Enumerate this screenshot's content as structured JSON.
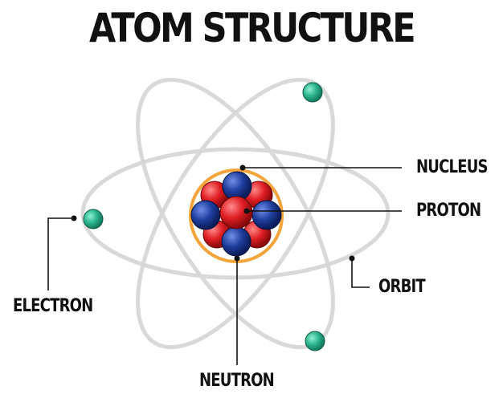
{
  "title": "ATOM STRUCTURE",
  "labels": {
    "nucleus": "NUCLEUS",
    "proton": "PROTON",
    "orbit": "ORBIT",
    "electron": "ELECTRON",
    "neutron": "NEUTRON"
  },
  "colors": {
    "orbit": "#d9d9d9",
    "electron": "#2bb38c",
    "proton": "#e01f24",
    "neutron": "#1f3f9e",
    "nucleus_ring": "#f3a43a",
    "line": "#111111"
  }
}
